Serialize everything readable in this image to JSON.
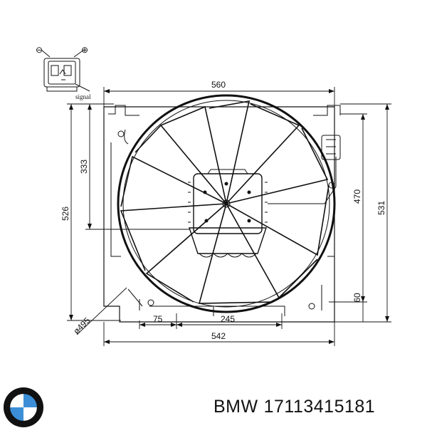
{
  "connector": {
    "minus_symbol": "⊖",
    "plus_symbol": "⊕",
    "signal_label": "signal"
  },
  "dimensions": {
    "overall_width_top": "560",
    "left_height": "526",
    "upper_height": "333",
    "right_inner_height": "470",
    "right_outer_height": "531",
    "bottom_offset": "60",
    "bolt_offset": "75",
    "bolt_span": "245",
    "overall_width_bottom": "542",
    "diameter": "ø495"
  },
  "caption": {
    "brand": "BMW",
    "part_number": "17113415181"
  },
  "logo": {
    "icon": "bmw-roundel-icon",
    "colors": {
      "ring": "#111111",
      "blue": "#3c8fd6",
      "white": "#ffffff"
    }
  }
}
